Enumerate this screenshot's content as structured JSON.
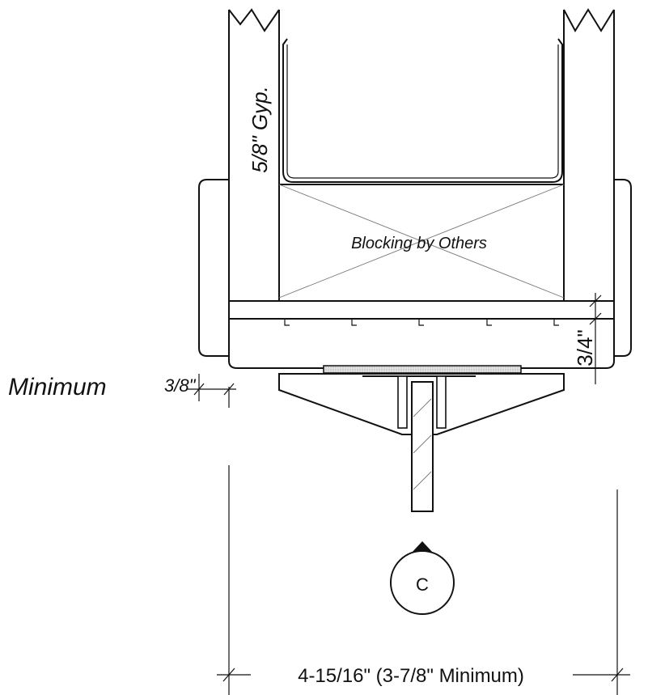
{
  "labels": {
    "gypsum": "5/8\" Gyp.",
    "blocking": "Blocking by Others",
    "minimum_offset_word": "Minimum",
    "minimum_offset_value": "3/8\"",
    "cap_thickness": "3/4\"",
    "overall_width": "4-15/16\" (3-7/8\" Minimum)",
    "centerline": "C"
  },
  "colors": {
    "line": "#111111",
    "plate_fill": "#d8d8d8",
    "hatch": "#666666",
    "blocking_x": "#888888"
  }
}
